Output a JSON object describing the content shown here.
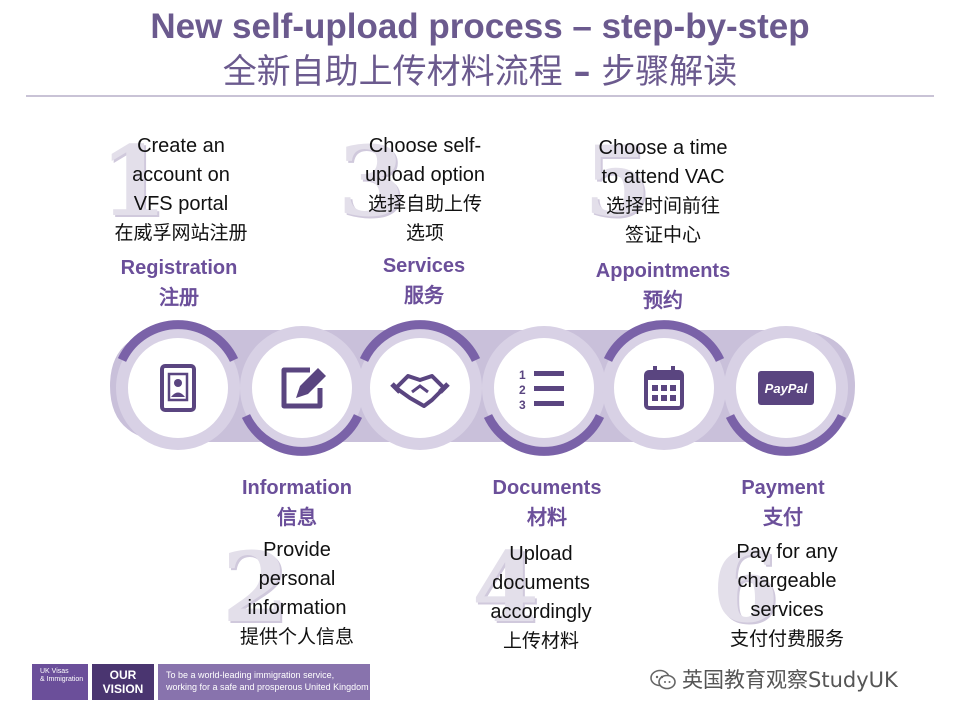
{
  "title": "New self-upload process – step-by-step",
  "subtitle_cn": "全新自助上传材料流程",
  "subtitle_dash": "–",
  "subtitle_cn2": "步骤解读",
  "steps": [
    {
      "number": "1",
      "desc_en": [
        "Create an",
        "account on",
        "VFS portal"
      ],
      "desc_cn": [
        "在威孚网站注册"
      ],
      "label_en": "Registration",
      "label_cn": "注册",
      "icon": "id-card-icon"
    },
    {
      "number": "2",
      "desc_en": [
        "Provide",
        "personal",
        "information"
      ],
      "desc_cn": [
        "提供个人信息"
      ],
      "label_en": "Information",
      "label_cn": "信息",
      "icon": "edit-icon"
    },
    {
      "number": "3",
      "desc_en": [
        "Choose self-",
        "upload option"
      ],
      "desc_cn": [
        "选择自助上传",
        "选项"
      ],
      "label_en": "Services",
      "label_cn": "服务",
      "icon": "handshake-icon"
    },
    {
      "number": "4",
      "desc_en": [
        "Upload",
        "documents",
        "accordingly"
      ],
      "desc_cn": [
        "上传材料"
      ],
      "label_en": "Documents",
      "label_cn": "材料",
      "icon": "numbered-list-icon"
    },
    {
      "number": "5",
      "desc_en": [
        "Choose a time",
        "to attend VAC"
      ],
      "desc_cn": [
        "选择时间前往",
        "签证中心"
      ],
      "label_en": "Appointments",
      "label_cn": "预约",
      "icon": "calendar-icon"
    },
    {
      "number": "6",
      "desc_en": [
        "Pay for any",
        "chargeable",
        "services"
      ],
      "desc_cn": [
        "支付付费服务"
      ],
      "label_en": "Payment",
      "label_cn": "支付",
      "icon": "paypal-icon"
    }
  ],
  "paypal_text": "PayPal",
  "footer": {
    "logo_text": [
      "UK Visas",
      "& Immigration"
    ],
    "vision_text": [
      "OUR",
      "VISION"
    ],
    "vision_statement": [
      "To be a world-leading immigration service,",
      "working for a safe and prosperous United Kingdom"
    ]
  },
  "watermark": "英国教育观察StudyUK",
  "colors": {
    "accent": "#6b4f9a",
    "light": "#d6cfe3",
    "mid": "#b8acd0",
    "dark": "#6b5a8e"
  }
}
